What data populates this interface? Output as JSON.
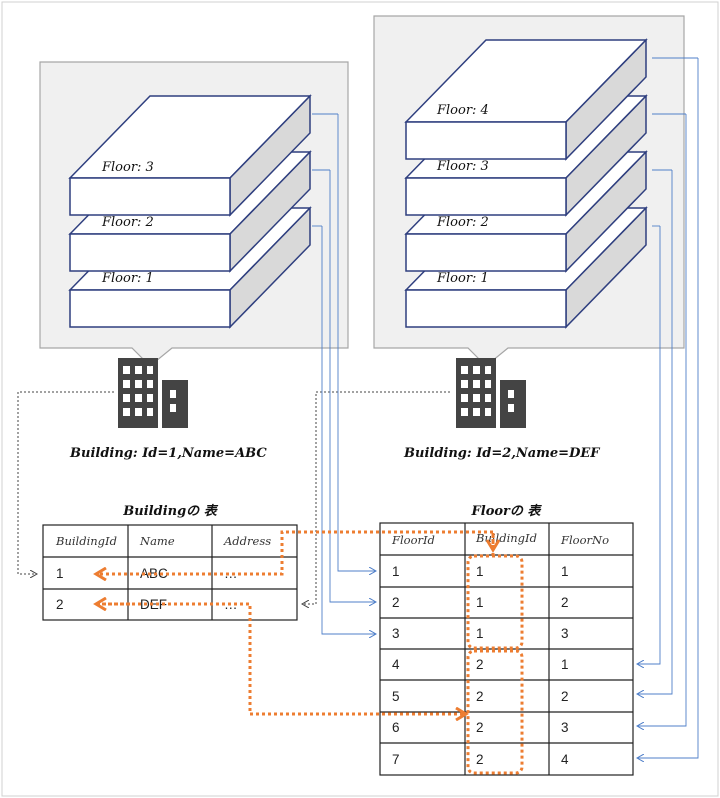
{
  "buildings": [
    {
      "caption": "Building: Id=1,Name=ABC",
      "floors": [
        "Floor: 1",
        "Floor: 2",
        "Floor: 3"
      ]
    },
    {
      "caption": "Building: Id=2,Name=DEF",
      "floors": [
        "Floor: 1",
        "Floor: 2",
        "Floor: 3",
        "Floor: 4"
      ]
    }
  ],
  "building_table": {
    "title": "Buildingの 表",
    "headers": [
      "BuildingId",
      "Name",
      "Address"
    ],
    "rows": [
      [
        "1",
        "ABC",
        "…"
      ],
      [
        "2",
        "DEF",
        "…"
      ]
    ]
  },
  "floor_table": {
    "title": "Floorの 表",
    "headers": [
      "FloorId",
      "BuildingId",
      "FloorNo"
    ],
    "rows": [
      [
        "1",
        "1",
        "1"
      ],
      [
        "2",
        "1",
        "2"
      ],
      [
        "3",
        "1",
        "3"
      ],
      [
        "4",
        "2",
        "1"
      ],
      [
        "5",
        "2",
        "2"
      ],
      [
        "6",
        "2",
        "3"
      ],
      [
        "7",
        "2",
        "4"
      ]
    ]
  },
  "colors": {
    "callout_fill": "#f0f0f0",
    "callout_stroke": "#a6a6a6",
    "slab_stroke": "#2f3f7f",
    "slab_side": "#d9d9d9",
    "building_icon": "#444444",
    "link_blue": "#4f7fc9",
    "link_black": "#444444",
    "highlight_orange": "#ed7d31"
  },
  "icons": [
    "building-icon",
    "building-icon"
  ]
}
